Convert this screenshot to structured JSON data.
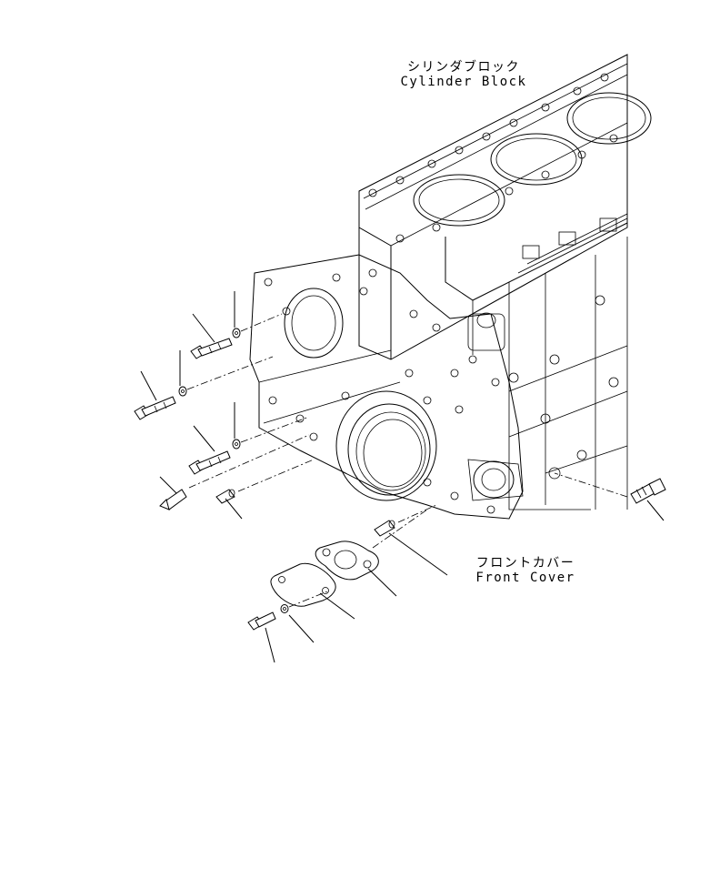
{
  "labels": {
    "cylinder_block_jp": "シリンダブロック",
    "cylinder_block_en": "Cylinder Block",
    "front_cover_jp": "フロントカバー",
    "front_cover_en": "Front Cover"
  },
  "colors": {
    "line": "#000000",
    "background": "#ffffff"
  }
}
